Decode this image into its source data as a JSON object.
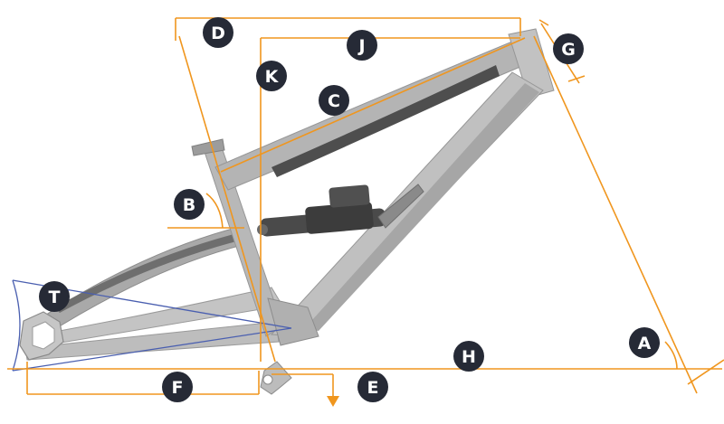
{
  "diagram": {
    "colors": {
      "dimension_line": "#f0961e",
      "stays_line": "#4a5fb0",
      "frame": "#b4b4b4",
      "frame_dark": "#909090",
      "badge": "#262a36",
      "badge_text": "#ffffff"
    },
    "labels": {
      "A": "A",
      "B": "B",
      "C": "C",
      "D": "D",
      "E": "E",
      "F": "F",
      "G": "G",
      "H": "H",
      "J": "J",
      "K": "K",
      "T": "T"
    }
  }
}
